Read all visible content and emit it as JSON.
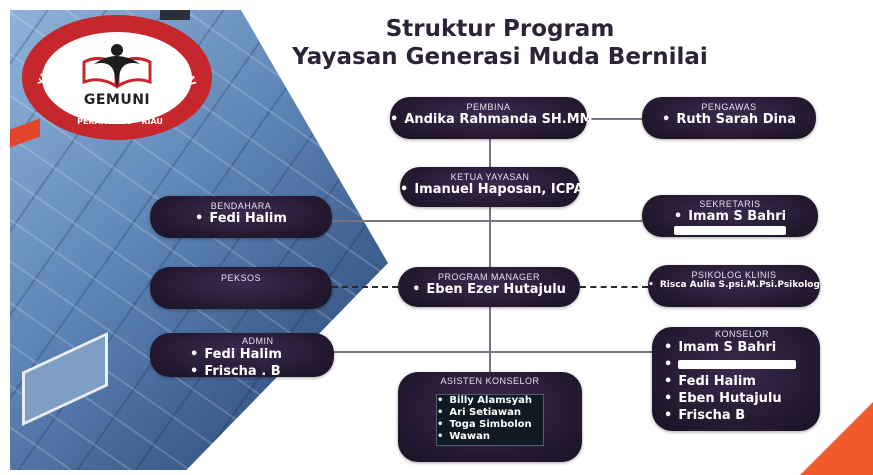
{
  "logo": {
    "org_arc_text": "YAYASAN GENERASI MUDA BERNILAI",
    "short_name": "GEMUNI",
    "location": "PEKANBARU - RIAU"
  },
  "title": {
    "line1": "Struktur Program",
    "line2": "Yayasan Generasi Muda Bernilai"
  },
  "nodes": {
    "pembina": {
      "role": "PEMBINA",
      "name": "Andika Rahmanda SH.MM"
    },
    "pengawas": {
      "role": "PENGAWAS",
      "name": "Ruth Sarah Dina"
    },
    "ketua": {
      "role": "KETUA YAYASAN",
      "name": "Imanuel Haposan, ICPA"
    },
    "bendahara": {
      "role": "BENDAHARA",
      "name": "Fedi Halim"
    },
    "sekretaris": {
      "role": "SEKRETARIS",
      "name": "Imam S Bahri"
    },
    "peksos": {
      "role": "PEKSOS"
    },
    "program_manager": {
      "role": "PROGRAM MANAGER",
      "name": "Eben Ezer Hutajulu"
    },
    "psikolog": {
      "role": "PSIKOLOG KLINIS",
      "name": "Risca Aulia S.psi.M.Psi.Psikolog"
    },
    "admin": {
      "role": "ADMIN",
      "names": [
        "Fedi Halim",
        "Frischa . B"
      ]
    },
    "konselor": {
      "role": "KONSELOR",
      "names": [
        "Imam S Bahri",
        "Fedi Halim",
        "Eben Hutajulu",
        "Frischa B"
      ]
    },
    "asisten": {
      "role": "ASISTEN KONSELOR",
      "names": [
        "Billy Alamsyah",
        "Ari Setiawan",
        "Toga Simbolon",
        "Wawan"
      ]
    }
  },
  "colors": {
    "node_fill": "#23182f",
    "logo_red": "#c6272c",
    "accent_orange": "#f05a28",
    "title_text": "#2c2337"
  }
}
